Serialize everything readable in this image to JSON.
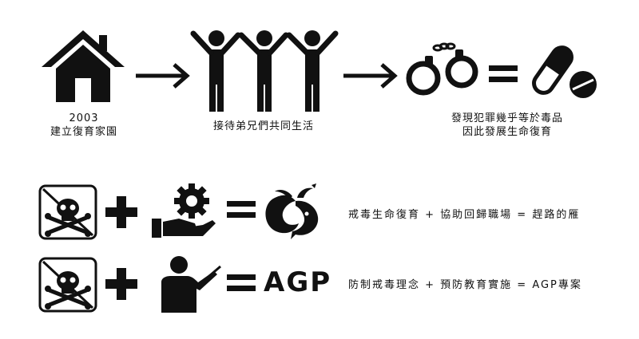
{
  "top_flow": {
    "step1": {
      "year": "2003",
      "label": "建立復育家園"
    },
    "step2": {
      "label": "接待弟兄們共同生活"
    },
    "step3": {
      "line1": "發現犯罪幾乎等於毒品",
      "line2": "因此發展生命復育"
    }
  },
  "rows": [
    {
      "equation": "戒毒生命復育 + 協助回歸職場 = 趕路的雁"
    },
    {
      "result_text": "AGP",
      "equation": "防制戒毒理念 + 預防教育實施 = AGP專案"
    }
  ]
}
